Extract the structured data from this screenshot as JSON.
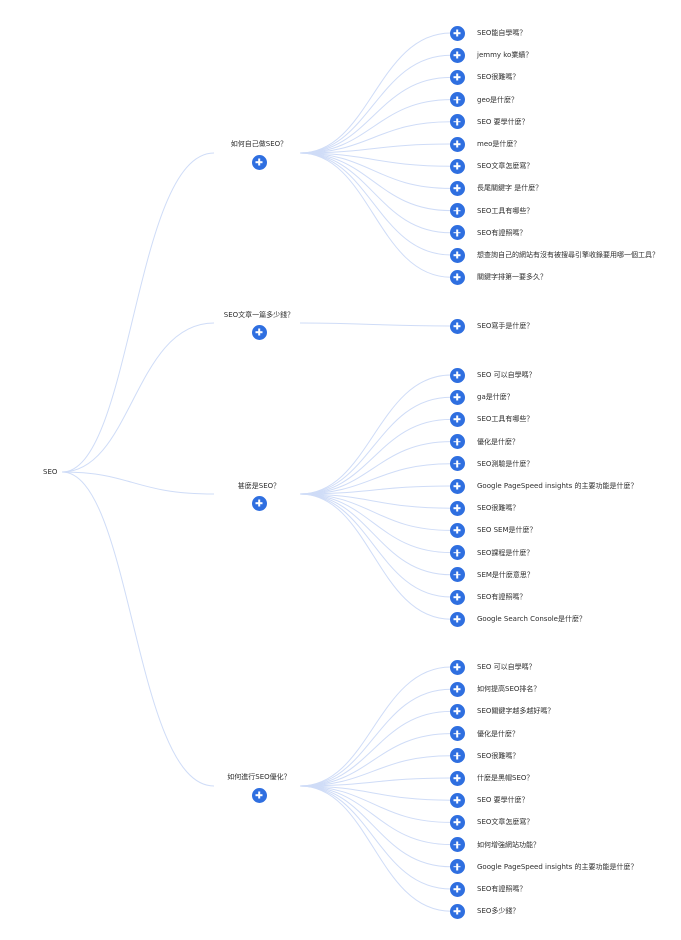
{
  "root": {
    "label": "SEO"
  },
  "topics": [
    {
      "label": "如何自己做SEO？",
      "questions": [
        "SEO能自學嗎？",
        "jemmy ko業績？",
        "SEO很難嗎？",
        "geo是什麼？",
        "SEO 要學什麼？",
        "meo是什麼？",
        "SEO文章怎麼寫？",
        "長尾關鍵字 是什麼？",
        "SEO工具有哪些？",
        "SEO有證照嗎？",
        "想查詢自己的網站有沒有被搜尋引擎收錄要用哪一個工具？",
        "關鍵字排第一要多久？"
      ]
    },
    {
      "label": "SEO文章一篇多少錢？",
      "questions": [
        "SEO寫手是什麼？"
      ]
    },
    {
      "label": "甚麼是SEO？",
      "questions": [
        "SEO 可以自學嗎？",
        "ga是什麼？",
        "SEO工具有哪些？",
        "優化是什麼？",
        "SEO測驗是什麼？",
        "Google PageSpeed insights 的主要功能是什麼？",
        "SEO很難嗎？",
        "SEO SEM是什麼？",
        "SEO課程是什麼？",
        "SEM是什麼意思？",
        "SEO有證照嗎？",
        "Google Search Console是什麼？"
      ]
    },
    {
      "label": "如何進行SEO優化？",
      "questions": [
        "SEO 可以自學嗎？",
        "如何提高SEO排名？",
        "SEO關鍵字越多越好嗎？",
        "優化是什麼？",
        "SEO很難嗎？",
        "什麼是黑帽SEO？",
        "SEO 要學什麼？",
        "SEO文章怎麼寫？",
        "如何增強網站功能？",
        "Google PageSpeed insights 的主要功能是什麼？",
        "SEO有證照嗎？",
        "SEO多少錢？"
      ]
    }
  ]
}
